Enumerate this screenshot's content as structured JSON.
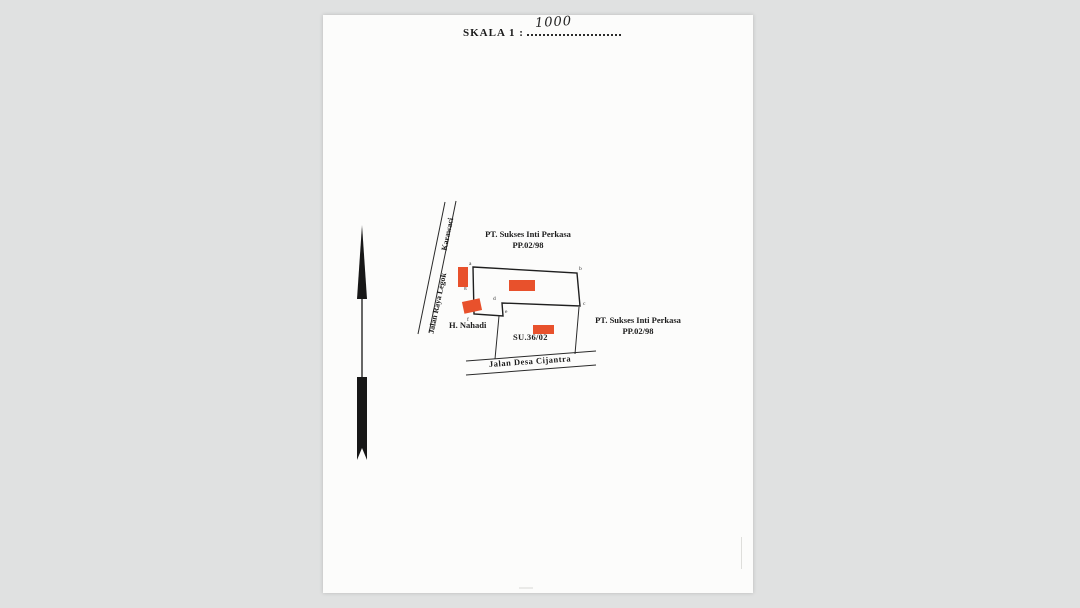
{
  "document": {
    "scale_label": "SKALA 1 :",
    "scale_value": "1000"
  },
  "labels": {
    "owner_top": {
      "line1": "PT. Sukses Inti Perkasa",
      "line2": "PP.02/98"
    },
    "owner_right": {
      "line1": "PT. Sukses Inti Perkasa",
      "line2": "PP.02/98"
    },
    "neighbor_left": "H. Nahadi",
    "parcel_number": "SU.36/02",
    "road_bottom": "Jalan Desa Cijantra",
    "road_diagonal": {
      "name": "Jalan Raya Legok",
      "destination": "Karawaci"
    }
  },
  "corners": {
    "a": "a",
    "b": "b",
    "c": "c",
    "d": "d",
    "e": "e",
    "f": "f",
    "g": "g"
  },
  "colors": {
    "stamp_red": "#e8512c",
    "ink": "#2a2a2a"
  }
}
